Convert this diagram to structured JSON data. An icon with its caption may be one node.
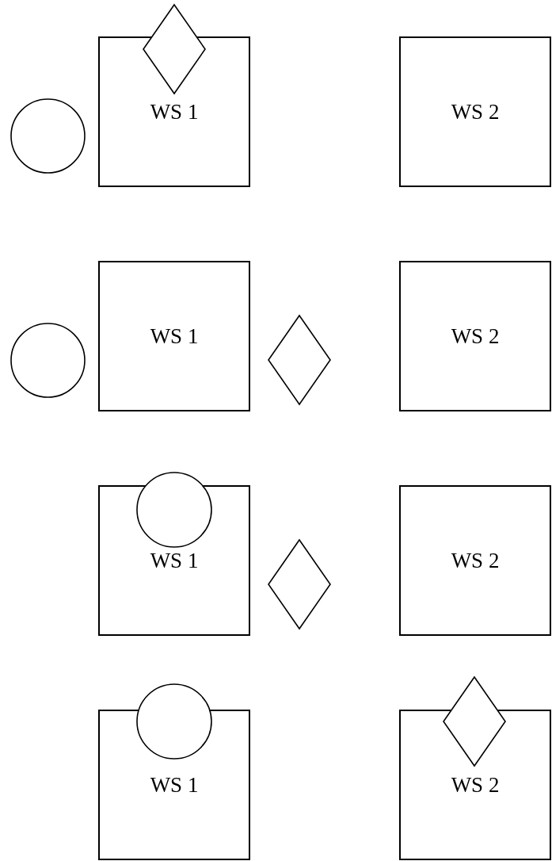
{
  "diagram": {
    "nodes": [
      {
        "text": [],
        "shape": "circle"
      },
      {
        "text": [
          "WS 1"
        ]
      },
      {
        "text": [],
        "shape": "diamond"
      },
      {
        "text": [
          "WS 2"
        ]
      },
      {
        "text": [],
        "shape": "circle"
      },
      {
        "text": [
          "WS 1"
        ]
      },
      {
        "text": [],
        "shape": "diamond"
      },
      {
        "text": [
          "WS 2"
        ]
      },
      {
        "text": [
          "WS 1"
        ]
      },
      {
        "text": [],
        "shape": "circle"
      },
      {
        "text": [],
        "shape": "diamond"
      },
      {
        "text": [
          "WS 2"
        ]
      },
      {
        "text": [
          "WS 1"
        ]
      },
      {
        "text": [],
        "shape": "circle"
      },
      {
        "text": [
          "WS 2"
        ]
      },
      {
        "text": [],
        "shape": "diamond"
      }
    ]
  }
}
